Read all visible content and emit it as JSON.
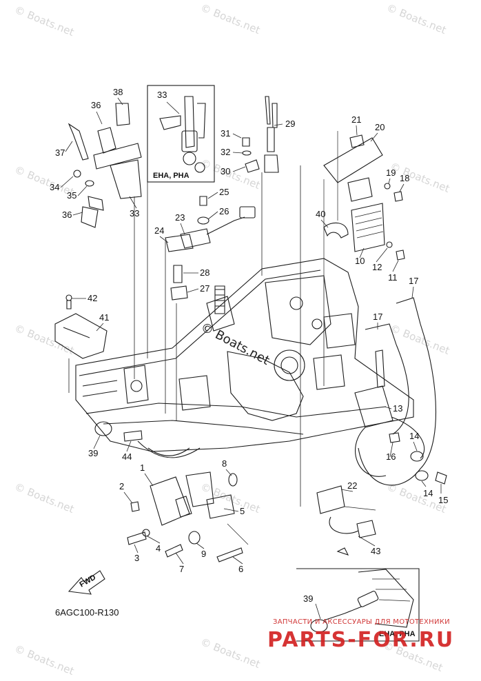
{
  "diagram_code": "6AGC100-R130",
  "inset_labels": {
    "top": "EHA, PHA",
    "bottom": "EHA, PHA"
  },
  "fwd_label": "FWD",
  "watermark": "© Boats.net",
  "center_watermark": "© Boats.net",
  "shop_text": "ЗАПЧАСТИ И АКСЕССУАРЫ ДЛЯ МОТОТЕХНИКИ",
  "shop_brand": "PARTS-FOR.RU",
  "callouts": {
    "c1": "1",
    "c2": "2",
    "c3": "3",
    "c4": "4",
    "c5": "5",
    "c6": "6",
    "c7": "7",
    "c8": "8",
    "c9": "9",
    "c10": "10",
    "c11": "11",
    "c12": "12",
    "c13": "13",
    "c14a": "14",
    "c14b": "14",
    "c15": "15",
    "c16": "16",
    "c17a": "17",
    "c17b": "17",
    "c18": "18",
    "c19": "19",
    "c20": "20",
    "c21": "21",
    "c22": "22",
    "c23": "23",
    "c24": "24",
    "c25": "25",
    "c26": "26",
    "c27": "27",
    "c28": "28",
    "c29": "29",
    "c30": "30",
    "c31": "31",
    "c32": "32",
    "c33a": "33",
    "c33b": "33",
    "c34": "34",
    "c35": "35",
    "c36a": "36",
    "c36b": "36",
    "c37": "37",
    "c38": "38",
    "c39a": "39",
    "c39b": "39",
    "c40": "40",
    "c41": "41",
    "c42": "42",
    "c43": "43",
    "c44": "44"
  }
}
